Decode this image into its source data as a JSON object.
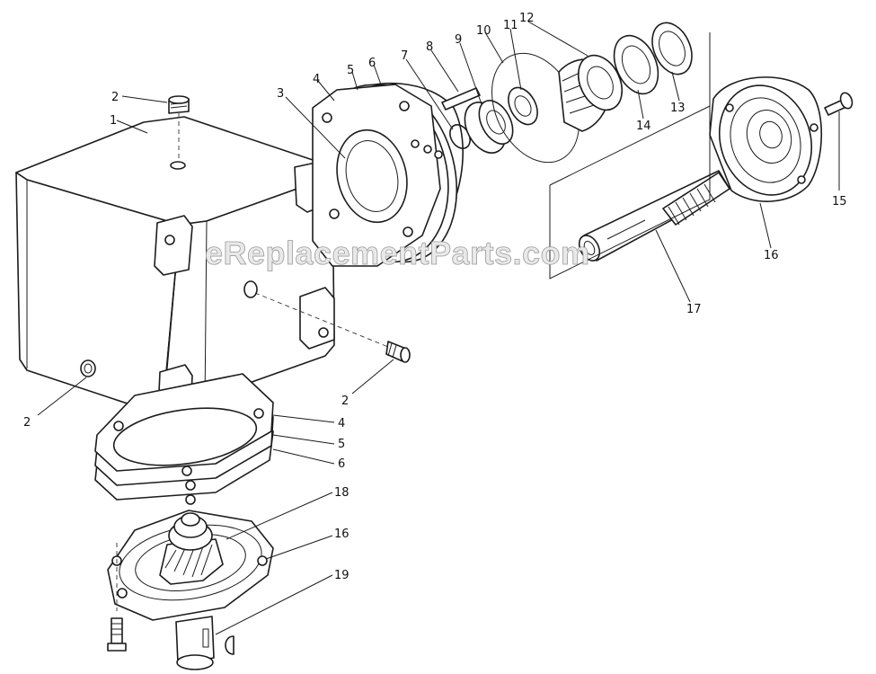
{
  "watermark": "eReplacementParts.com",
  "callouts": [
    {
      "id": "c2-top",
      "text": "2"
    },
    {
      "id": "c1",
      "text": "1"
    },
    {
      "id": "c3",
      "text": "3"
    },
    {
      "id": "c4-top",
      "text": "4"
    },
    {
      "id": "c5-top",
      "text": "5"
    },
    {
      "id": "c6-top",
      "text": "6"
    },
    {
      "id": "c7",
      "text": "7"
    },
    {
      "id": "c8",
      "text": "8"
    },
    {
      "id": "c9",
      "text": "9"
    },
    {
      "id": "c10",
      "text": "10"
    },
    {
      "id": "c11",
      "text": "11"
    },
    {
      "id": "c12",
      "text": "12"
    },
    {
      "id": "c13",
      "text": "13"
    },
    {
      "id": "c14",
      "text": "14"
    },
    {
      "id": "c15",
      "text": "15"
    },
    {
      "id": "c16-right",
      "text": "16"
    },
    {
      "id": "c17",
      "text": "17"
    },
    {
      "id": "c2-left",
      "text": "2"
    },
    {
      "id": "c2-mid",
      "text": "2"
    },
    {
      "id": "c4-bot",
      "text": "4"
    },
    {
      "id": "c5-bot",
      "text": "5"
    },
    {
      "id": "c6-bot",
      "text": "6"
    },
    {
      "id": "c18",
      "text": "18"
    },
    {
      "id": "c16-bot",
      "text": "16"
    },
    {
      "id": "c19",
      "text": "19"
    }
  ]
}
